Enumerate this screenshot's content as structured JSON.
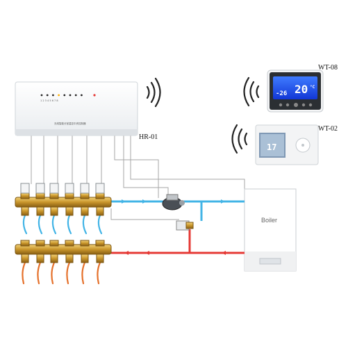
{
  "labels": {
    "hub": "HR-01",
    "thermostat_a": "WT-08",
    "thermostat_b": "WT-02",
    "boiler": "Boiler"
  },
  "hub": {
    "channel_numbers": [
      "1",
      "2",
      "3",
      "4",
      "5",
      "6",
      "7",
      "8"
    ],
    "caption": "无线智能分室温控中央控制器"
  },
  "thermostat_a": {
    "current_temp": "20",
    "unit": "°C",
    "small_reading": "-26"
  },
  "thermostat_b": {
    "reading": "17"
  },
  "colors": {
    "supply_pipe": "#e53935",
    "return_pipe": "#42b4e6",
    "wire": "#9e9e9e",
    "brass": "#c9962b",
    "lcd_blue": "#1e5cff",
    "lcd_gray": "#9fb3c8"
  },
  "icons": [
    "wireless-signal-icon",
    "zone-valve-icon",
    "pump-icon",
    "bypass-valve-icon",
    "flow-arrow-icon"
  ]
}
